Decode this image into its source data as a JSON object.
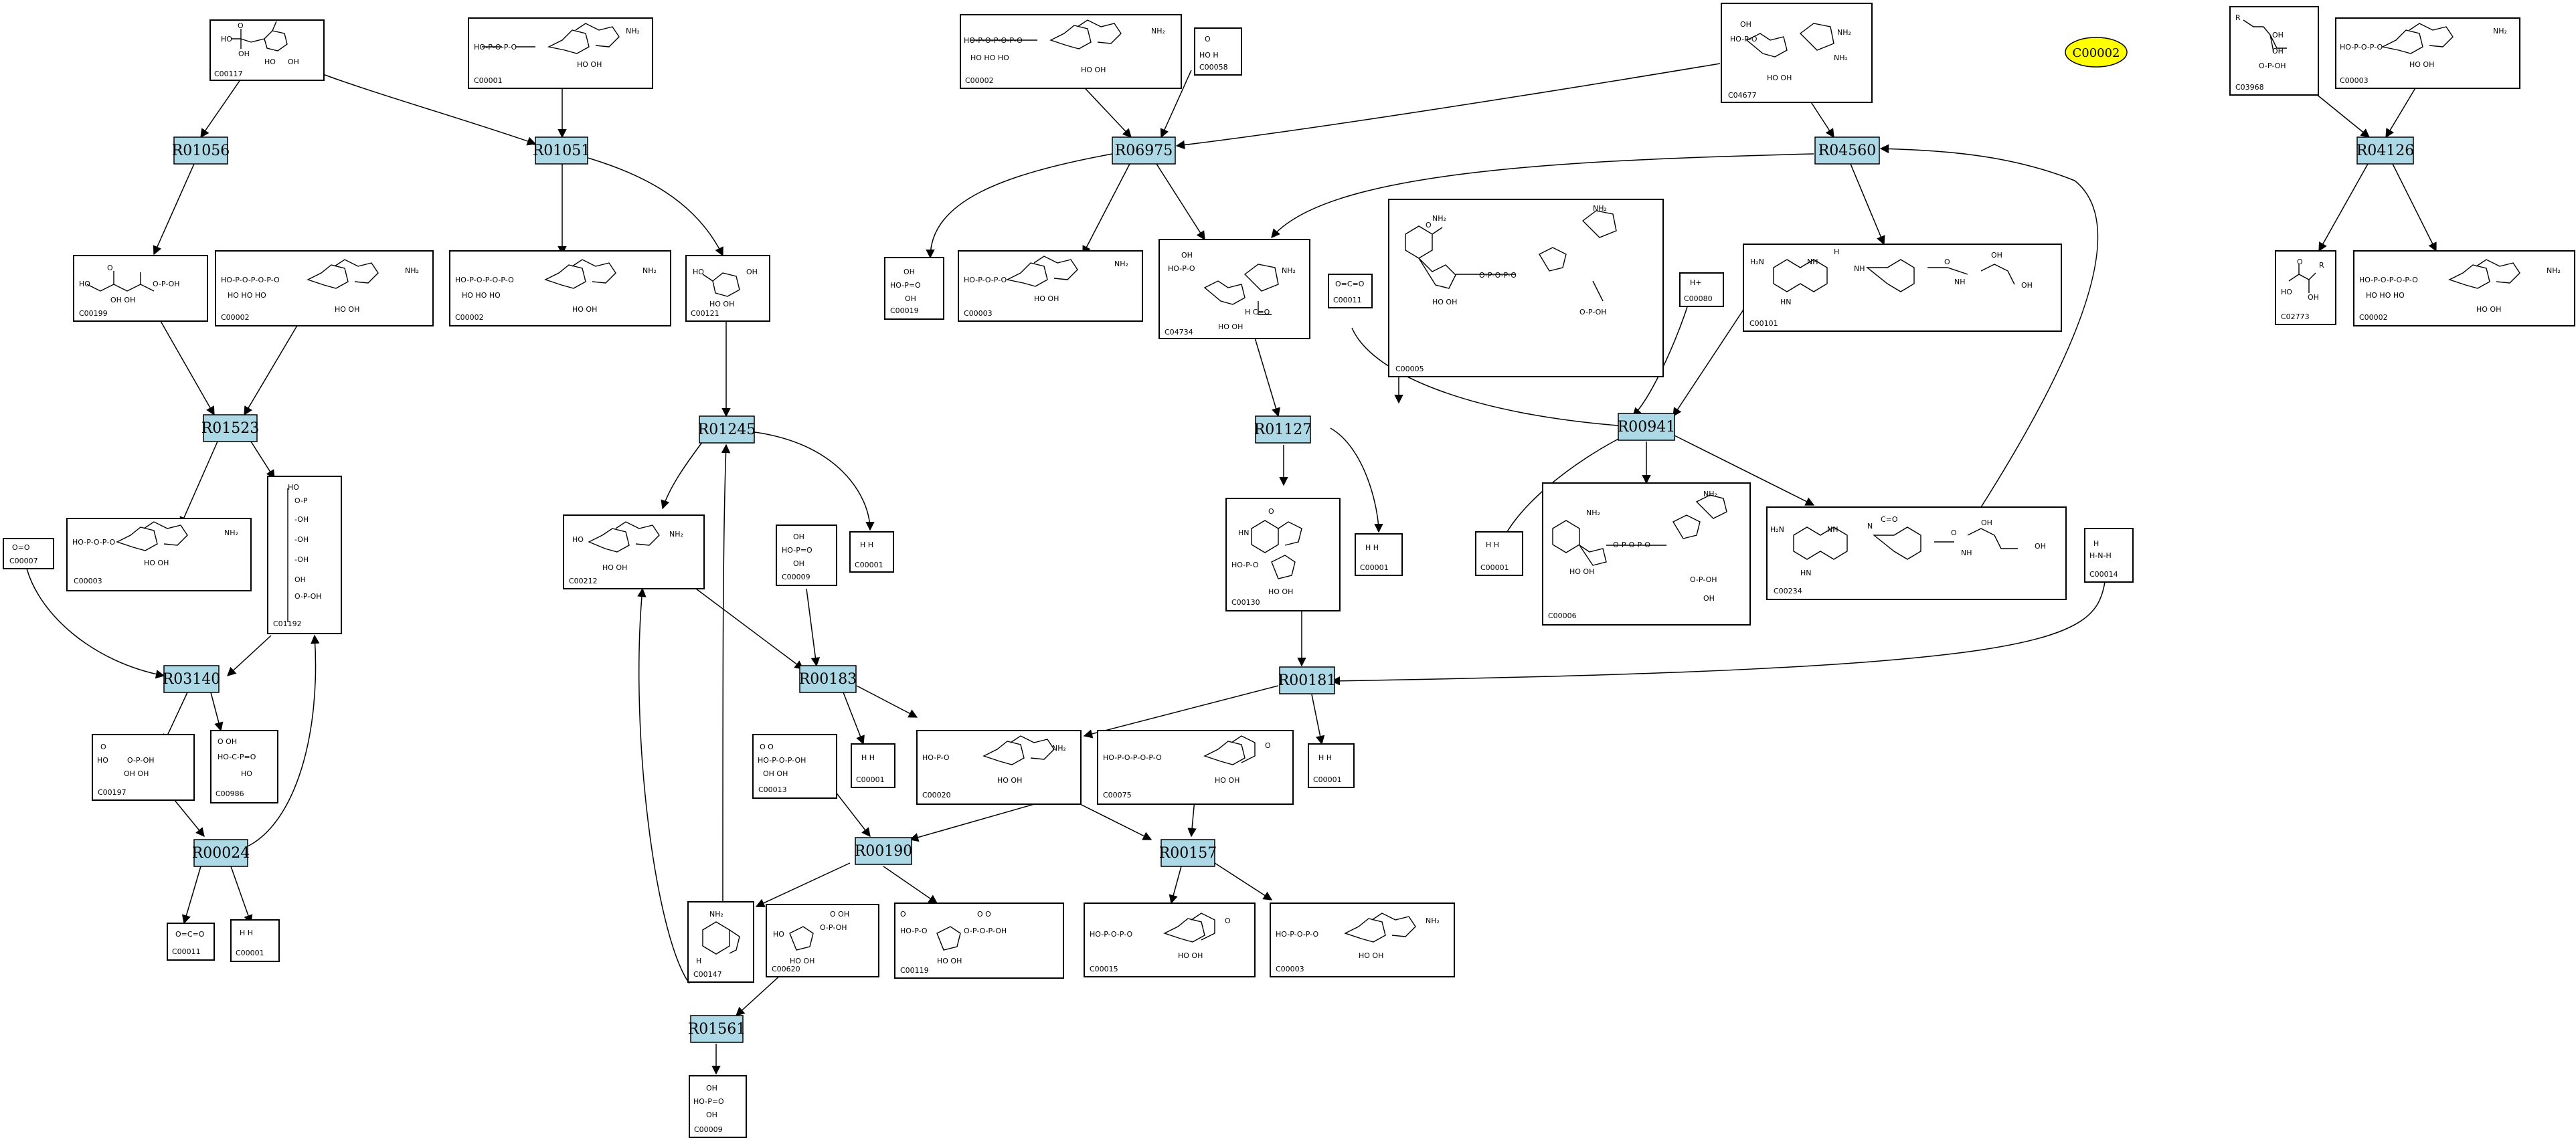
{
  "reactions": [
    {
      "id": "r01056",
      "label": "R01056"
    },
    {
      "id": "r01051",
      "label": "R01051"
    },
    {
      "id": "r06975",
      "label": "R06975"
    },
    {
      "id": "r04560",
      "label": "R04560"
    },
    {
      "id": "r04126",
      "label": "R04126"
    },
    {
      "id": "r01523",
      "label": "R01523"
    },
    {
      "id": "r01245",
      "label": "R01245"
    },
    {
      "id": "r01127",
      "label": "R01127"
    },
    {
      "id": "r00941",
      "label": "R00941"
    },
    {
      "id": "r03140",
      "label": "R03140"
    },
    {
      "id": "r00183",
      "label": "R00183"
    },
    {
      "id": "r00181",
      "label": "R00181"
    },
    {
      "id": "r00024",
      "label": "R00024"
    },
    {
      "id": "r00190",
      "label": "R00190"
    },
    {
      "id": "r00157",
      "label": "R00157"
    },
    {
      "id": "r01561",
      "label": "R01561"
    }
  ],
  "compounds": [
    {
      "id": "c00117",
      "label": "C00117",
      "formula": ""
    },
    {
      "id": "c00001_top",
      "label": "C00001",
      "formula": ""
    },
    {
      "id": "c00002_top",
      "label": "C00002",
      "formula": ""
    },
    {
      "id": "c00058",
      "label": "C00058",
      "formula": "HO  H"
    },
    {
      "id": "c04677",
      "label": "C04677",
      "formula": ""
    },
    {
      "id": "c03968",
      "label": "C03968",
      "formula": ""
    },
    {
      "id": "c00003_top",
      "label": "C00003",
      "formula": ""
    },
    {
      "id": "c00199",
      "label": "C00199",
      "formula": ""
    },
    {
      "id": "c00002_l",
      "label": "C00002",
      "formula": ""
    },
    {
      "id": "c00002_m",
      "label": "C00002",
      "formula": ""
    },
    {
      "id": "c00121",
      "label": "C00121",
      "formula": ""
    },
    {
      "id": "c00019_a",
      "label": "C00019",
      "formula": ""
    },
    {
      "id": "c00003_m",
      "label": "C00003",
      "formula": ""
    },
    {
      "id": "c04734",
      "label": "C04734",
      "formula": ""
    },
    {
      "id": "c00011_m",
      "label": "C00011",
      "formula": "O=C=O"
    },
    {
      "id": "c00005",
      "label": "C00005",
      "formula": ""
    },
    {
      "id": "c00080",
      "label": "C00080",
      "formula": "H+"
    },
    {
      "id": "c00101",
      "label": "C00101",
      "formula": ""
    },
    {
      "id": "c02773",
      "label": "C02773",
      "formula": ""
    },
    {
      "id": "c00002_r",
      "label": "C00002",
      "formula": ""
    },
    {
      "id": "c00007",
      "label": "C00007",
      "formula": "O=O"
    },
    {
      "id": "c00003_l",
      "label": "C00003",
      "formula": ""
    },
    {
      "id": "c01192",
      "label": "C01192",
      "formula": ""
    },
    {
      "id": "c00212",
      "label": "C00212",
      "formula": ""
    },
    {
      "id": "c00009_a",
      "label": "C00009",
      "formula": ""
    },
    {
      "id": "c00001_a",
      "label": "C00001",
      "formula": "H  H"
    },
    {
      "id": "c00130",
      "label": "C00130",
      "formula": ""
    },
    {
      "id": "c00001_b",
      "label": "C00001",
      "formula": "H  H"
    },
    {
      "id": "c00001_c",
      "label": "C00001",
      "formula": "H  H"
    },
    {
      "id": "c00006",
      "label": "C00006",
      "formula": ""
    },
    {
      "id": "c00234",
      "label": "C00234",
      "formula": ""
    },
    {
      "id": "c00014",
      "label": "C00014",
      "formula": "H-N-H"
    },
    {
      "id": "c00197",
      "label": "C00197",
      "formula": ""
    },
    {
      "id": "c00986",
      "label": "C00986",
      "formula": ""
    },
    {
      "id": "c00001_d",
      "label": "C00001",
      "formula": "H  H"
    },
    {
      "id": "c00013",
      "label": "C00013",
      "formula": ""
    },
    {
      "id": "c00020",
      "label": "C00020",
      "formula": ""
    },
    {
      "id": "c00075",
      "label": "C00075",
      "formula": ""
    },
    {
      "id": "c00001_e",
      "label": "C00001",
      "formula": "H  H"
    },
    {
      "id": "c00011_l",
      "label": "C00011",
      "formula": "O=C=O"
    },
    {
      "id": "c00001_f",
      "label": "C00001",
      "formula": "H  H"
    },
    {
      "id": "c00147",
      "label": "C00147",
      "formula": ""
    },
    {
      "id": "c00620",
      "label": "C00620",
      "formula": ""
    },
    {
      "id": "c00119",
      "label": "C00119",
      "formula": ""
    },
    {
      "id": "c00015",
      "label": "C00015",
      "formula": ""
    },
    {
      "id": "c00003_b",
      "label": "C00003",
      "formula": ""
    },
    {
      "id": "c00009_b",
      "label": "C00009",
      "formula": ""
    }
  ],
  "highlight": {
    "label": "C00002",
    "color": "#ffff00"
  },
  "colors": {
    "reaction_fill": "#add8e6",
    "highlight_fill": "#ffff00",
    "stroke": "#000000"
  }
}
